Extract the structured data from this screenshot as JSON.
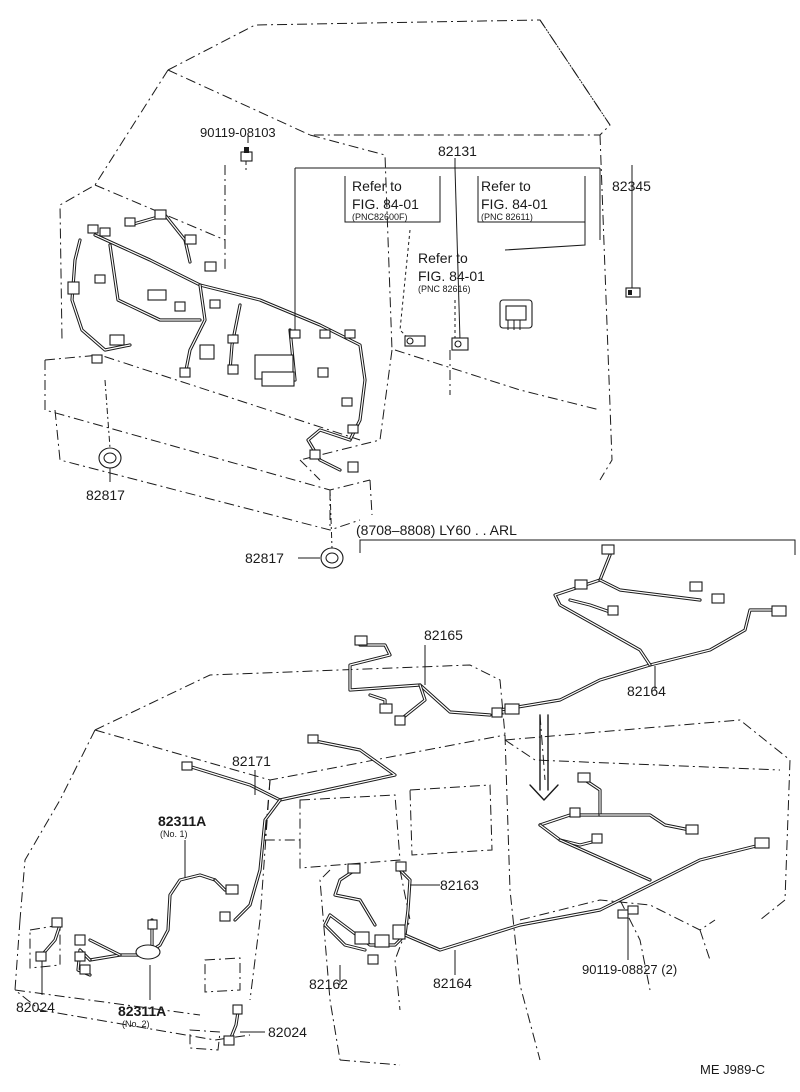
{
  "labels": {
    "top_bolt": "90119-08103",
    "main_harness": "82131",
    "refer1_line1": "Refer to",
    "refer1_line2": "FIG. 84-01",
    "refer1_line3": "(PNC82600F)",
    "refer2_line1": "Refer to",
    "refer2_line2": "FIG. 84-01",
    "refer2_line3": "(PNC 82611)",
    "refer3_line1": "Refer to",
    "refer3_line2": "FIG. 84-01",
    "refer3_line3": "(PNC 82616)",
    "relay": "82345",
    "grommet_upper": "82817",
    "grommet_lower": "82817",
    "model_range": "(8708–8808) LY60 . . ARL",
    "frame_wire_front": "82165",
    "frame_wire_main": "82164",
    "roof_wire": "82171",
    "door_wire_1": "82311A",
    "door_wire_1_sub": "(No. 1)",
    "floor_wire": "82163",
    "floor_wire_2": "82162",
    "frame_wire_lower": "82164",
    "lamp_wire_left": "82024",
    "door_wire_2": "82311A",
    "door_wire_2_sub": "(No. 2)",
    "lamp_wire_right": "82024",
    "clamp_bolt": "90119-08827 (2)",
    "fig_code": "ME  J989-C"
  }
}
